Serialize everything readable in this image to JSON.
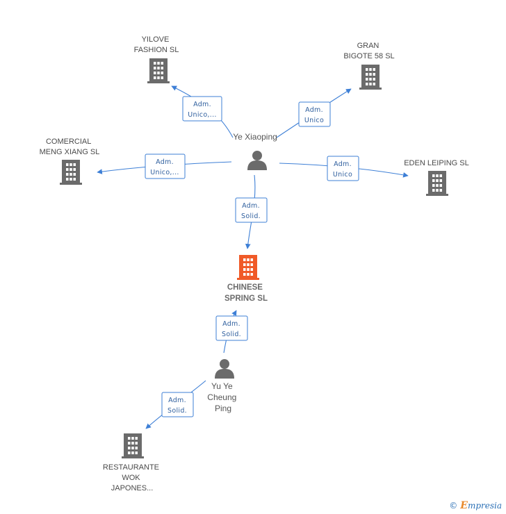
{
  "nodes": {
    "center_company": {
      "lines": [
        "CHINESE",
        "SPRING SL"
      ]
    },
    "yilove": {
      "lines": [
        "YILOVE",
        "FASHION SL"
      ]
    },
    "gran_bigote": {
      "lines": [
        "GRAN",
        "BIGOTE 58  SL"
      ]
    },
    "comercial": {
      "lines": [
        "COMERCIAL",
        "MENG XIANG SL"
      ]
    },
    "eden": {
      "lines": [
        "EDEN LEIPING SL"
      ]
    },
    "restaurante": {
      "lines": [
        "RESTAURANTE",
        "WOK",
        "JAPONES..."
      ]
    },
    "person_ye": {
      "lines": [
        "Ye Xiaoping"
      ]
    },
    "person_yu": {
      "lines": [
        "Yu Ye",
        "Cheung",
        "Ping"
      ]
    }
  },
  "roles": {
    "yilove": [
      "Adm.",
      "Unico,..."
    ],
    "gran_bigote": [
      "Adm.",
      "Unico"
    ],
    "comercial": [
      "Adm.",
      "Unico,..."
    ],
    "eden": [
      "Adm.",
      "Unico"
    ],
    "ye_center": [
      "Adm.",
      "Solid."
    ],
    "yu_center": [
      "Adm.",
      "Solid."
    ],
    "yu_restaurante": [
      "Adm.",
      "Solid."
    ]
  },
  "colors": {
    "edge": "#3d7fd6",
    "building": "#6b6b6b",
    "main_building": "#f05a28"
  },
  "footer": {
    "copyright": "©",
    "brand_initial": "E",
    "brand_rest": "mpresia"
  }
}
